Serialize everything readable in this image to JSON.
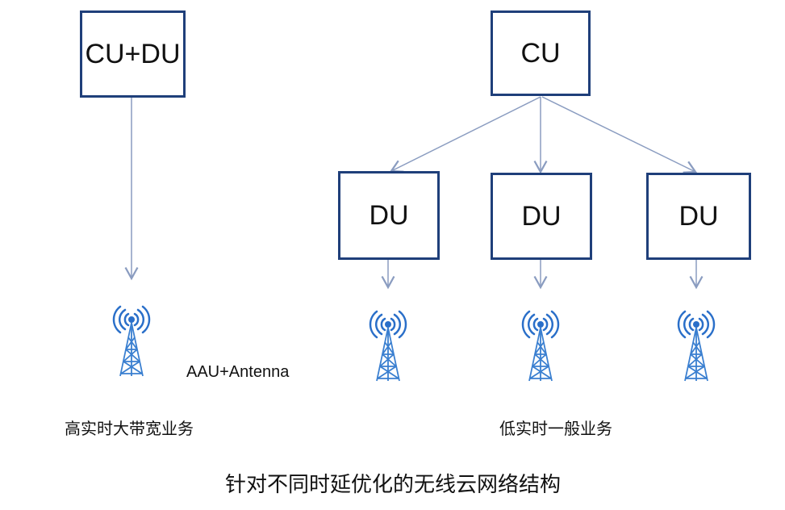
{
  "nodes": {
    "left_cu_du": "CU+DU",
    "right_cu": "CU",
    "du_1": "DU",
    "du_2": "DU",
    "du_3": "DU"
  },
  "labels": {
    "aau": "AAU+Antenna",
    "left_service": "高实时大带宽业务",
    "right_service": "低实时一般业务",
    "caption": "针对不同时延优化的无线云网络结构"
  },
  "colors": {
    "box_border": "#1f3f7a",
    "arrow": "#8a9cc0",
    "tower": "#2a6fc9"
  }
}
